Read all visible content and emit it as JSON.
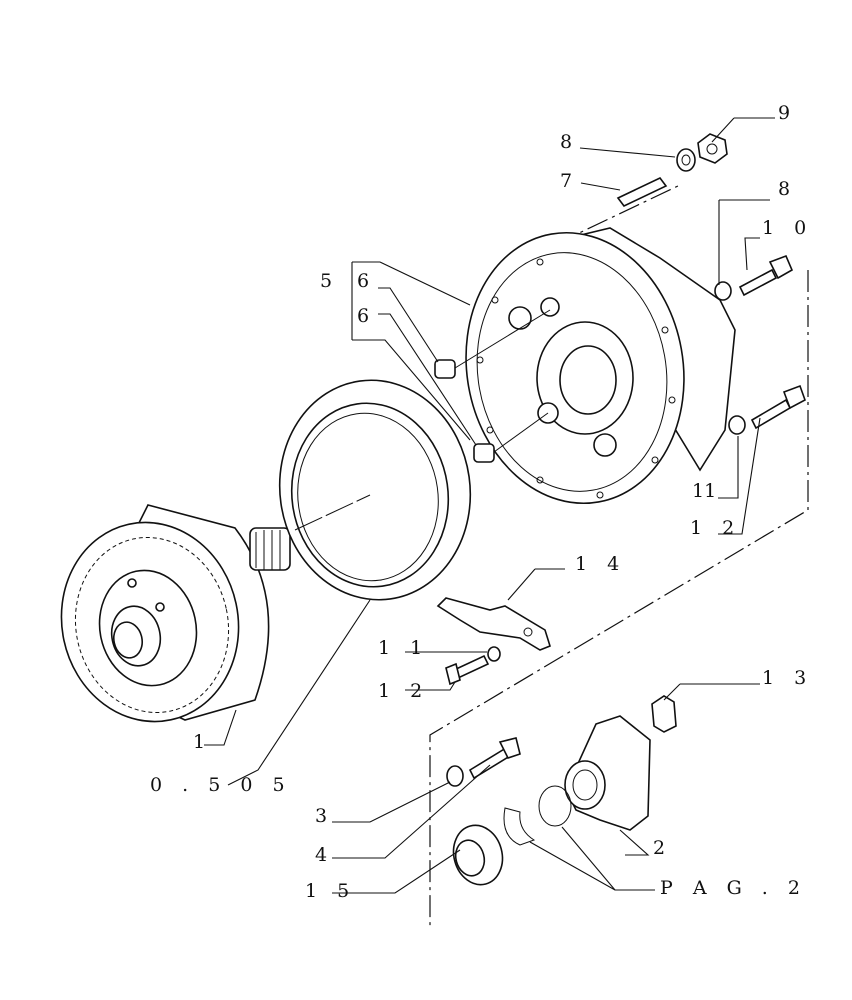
{
  "diagram": {
    "labels": {
      "l1": "1",
      "l2": "2",
      "l3": "3",
      "l4": "4",
      "l5": "5",
      "l6a": "6",
      "l6b": "6",
      "l7": "7",
      "l8a": "8",
      "l8b": "8",
      "l9": "9",
      "l10": "1 0",
      "l11a": "11",
      "l11b": "1 1",
      "l12a": "1 2",
      "l12b": "1 2",
      "l13": "1 3",
      "l14": "1 4",
      "l15": "1 5",
      "ref": "0 . 5 0 5",
      "pag": "P A G . 2"
    }
  }
}
